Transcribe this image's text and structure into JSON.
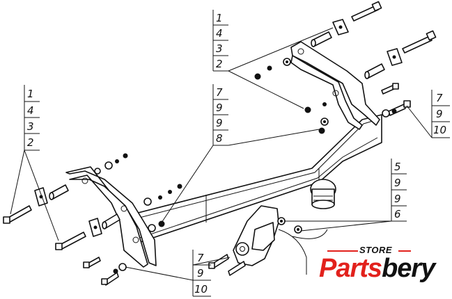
{
  "callouts": {
    "top": [
      "1",
      "4",
      "3",
      "2"
    ],
    "left": [
      "1",
      "4",
      "3",
      "2"
    ],
    "mid": [
      "7",
      "9",
      "9",
      "8"
    ],
    "right": [
      "7",
      "9",
      "10"
    ],
    "ball": [
      "5",
      "9",
      "9",
      "6"
    ],
    "bottom": [
      "7",
      "9",
      "10"
    ]
  },
  "brand": {
    "store": "STORE",
    "part1": "Parts",
    "part2": "bery",
    "accent_color": "#e2211c"
  }
}
